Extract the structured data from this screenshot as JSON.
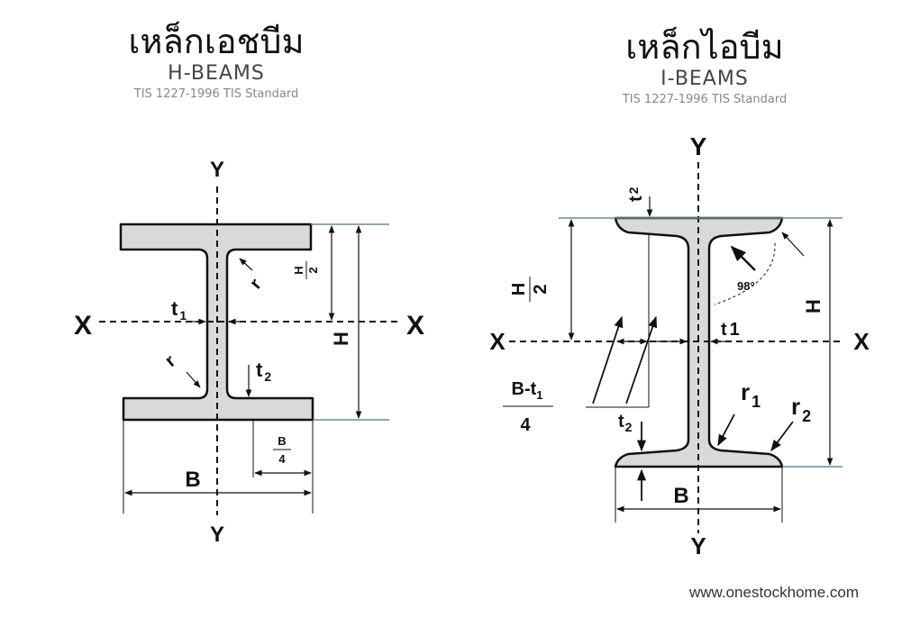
{
  "h_beam": {
    "title_th": "เหล็กเอชบีม",
    "title_en": "H-BEAMS",
    "standard": "TIS 1227-1996 TIS Standard",
    "labels": {
      "y_top": "Y",
      "y_bottom": "Y",
      "x_left": "X",
      "x_right": "X",
      "t1": "t",
      "t1_sub": "1",
      "t2": "t",
      "t2_sub": "2",
      "r_upper": "r",
      "r_lower": "r",
      "h_half_num": "H",
      "h_half_den": "2",
      "h": "H",
      "b": "B",
      "b4_num": "B",
      "b4_den": "4"
    }
  },
  "i_beam": {
    "title_th": "เหล็กไอบีม",
    "title_en": "I-BEAMS",
    "standard": "TIS 1227-1996 TIS Standard",
    "labels": {
      "y_top": "Y",
      "y_bottom": "Y",
      "x_left": "X",
      "x_right": "X",
      "t1": "t",
      "t1_sub": "1",
      "t2_top": "t",
      "t2_top_sub": "2",
      "t2_bottom": "t",
      "t2_bottom_sub": "2",
      "r1": "r",
      "r1_sub": "1",
      "r2": "r",
      "r2_sub": "2",
      "h_half_num": "H",
      "h_half_den": "2",
      "h": "H",
      "b": "B",
      "bt_num": "B-t",
      "bt_num_sub": "1",
      "bt_den": "4",
      "angle": "98°"
    }
  },
  "footer": {
    "website": "www.onestockhome.com"
  },
  "colors": {
    "steel_fill": "#d9d9d9",
    "outline": "#111111",
    "guide_line": "#6a8a9a"
  }
}
